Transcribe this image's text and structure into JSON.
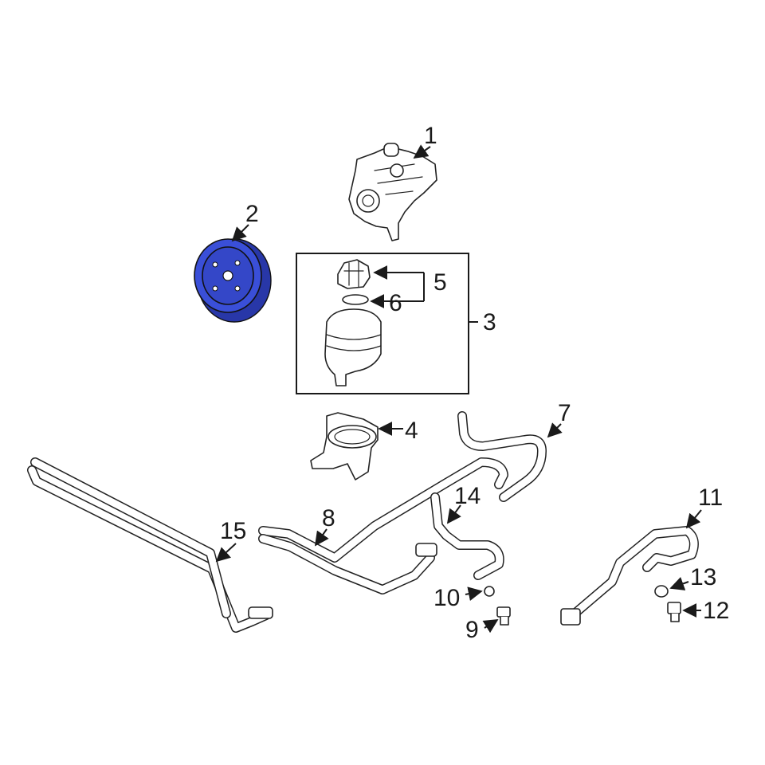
{
  "diagram": {
    "highlight_color": "#3a4fd8",
    "line_color": "#222222",
    "background": "#ffffff",
    "callouts": [
      {
        "id": "1",
        "label": "1"
      },
      {
        "id": "2",
        "label": "2"
      },
      {
        "id": "3",
        "label": "3"
      },
      {
        "id": "4",
        "label": "4"
      },
      {
        "id": "5",
        "label": "5"
      },
      {
        "id": "6",
        "label": "6"
      },
      {
        "id": "7",
        "label": "7"
      },
      {
        "id": "8",
        "label": "8"
      },
      {
        "id": "9",
        "label": "9"
      },
      {
        "id": "10",
        "label": "10"
      },
      {
        "id": "11",
        "label": "11"
      },
      {
        "id": "12",
        "label": "12"
      },
      {
        "id": "13",
        "label": "13"
      },
      {
        "id": "14",
        "label": "14"
      },
      {
        "id": "15",
        "label": "15"
      }
    ],
    "highlighted_part": "2"
  }
}
